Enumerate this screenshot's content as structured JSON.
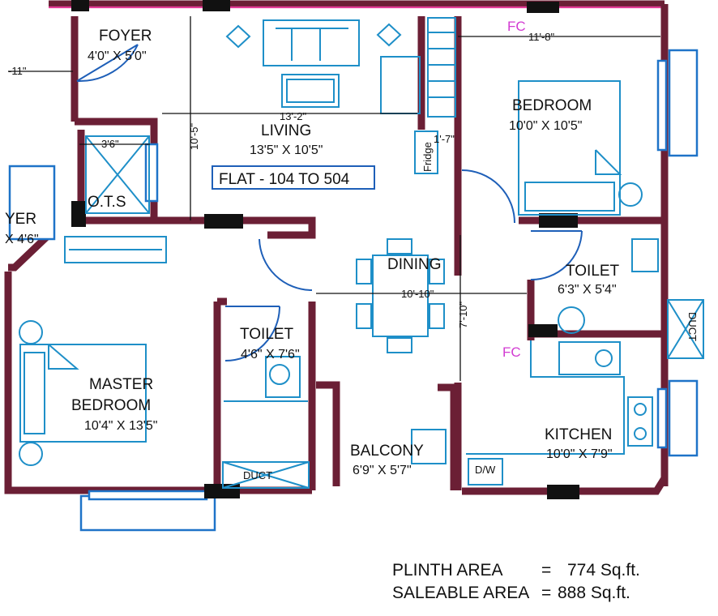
{
  "rooms": {
    "foyer": {
      "name": "FOYER",
      "size": "4'0\" X 5'0\""
    },
    "living": {
      "name": "LIVING",
      "size": "13'5\" X 10'5\""
    },
    "flat_label": "FLAT - 104 TO 504",
    "bedroom": {
      "name": "BEDROOM",
      "size": "10'0\" X 10'5\""
    },
    "dining": {
      "name": "DINING"
    },
    "toilet_right": {
      "name": "TOILET",
      "size": "6'3\" X 5'4\""
    },
    "toilet_left": {
      "name": "TOILET",
      "size": "4'6\" X 7'6\""
    },
    "master_bedroom": {
      "name_line1": "MASTER",
      "name_line2": "BEDROOM",
      "size": "10'4\" X 13'5\""
    },
    "balcony": {
      "name": "BALCONY",
      "size": "6'9\" X 5'7\""
    },
    "kitchen": {
      "name": "KITCHEN",
      "size": "10'0\" X 7'9\""
    },
    "left_room": {
      "name": "YER",
      "size": "X 4'6\""
    }
  },
  "dimensions": {
    "foyer_left": "-11\"",
    "bed_top": "11'-8\"",
    "living_width": "13'-2\"",
    "living_height": "10'-5\"",
    "ots_width": "3'6\"",
    "fridge_gap": "1'-7\"",
    "dining_width": "10'-10\"",
    "dining_height": "7'-10\""
  },
  "labels": {
    "ots": "O.T.S",
    "fridge": "Fridge",
    "fc_top": "FC",
    "fc_kitchen": "FC",
    "duct_bottom": "DUCT",
    "duct_right": "DUCT",
    "dw": "D/W"
  },
  "areas": {
    "plinth_label": "PLINTH AREA",
    "plinth_eq": "=",
    "plinth_value": "774 Sq.ft.",
    "saleable_label": "SALEABLE AREA",
    "saleable_eq": "=",
    "saleable_value": "888 Sq.ft."
  },
  "colors": {
    "wall": "#6b1f35",
    "wall_inner": "#e23b96",
    "furniture": "#1e8fc8",
    "window": "#1e73c8",
    "fc_text": "#d23bd2"
  }
}
